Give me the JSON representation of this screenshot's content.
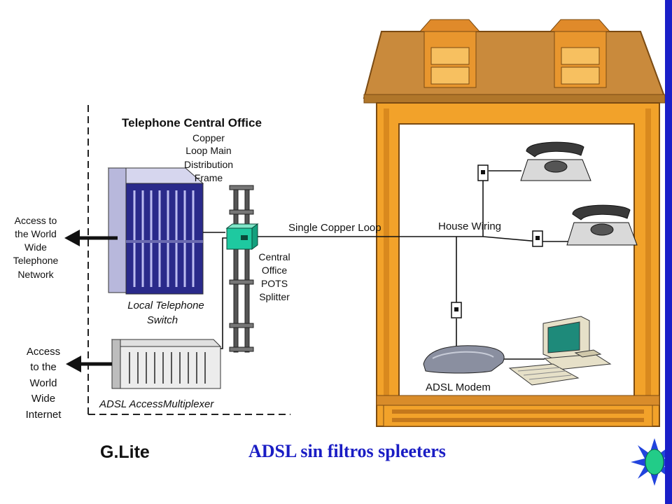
{
  "diagram": {
    "central_office_title": "Telephone Central Office",
    "mdf_label": [
      "Copper",
      "Loop Main",
      "Distribution",
      "Frame"
    ],
    "telephone_access_label": [
      "Access to",
      "the World",
      "Wide",
      "Telephone",
      "Network"
    ],
    "internet_access_label": [
      "Access",
      "to the",
      "World",
      "Wide",
      "Internet"
    ],
    "switch_label": [
      "Local Telephone",
      "Switch"
    ],
    "splitter_label": [
      "Central",
      "Office",
      "POTS",
      "Splitter"
    ],
    "dslam_label": "ADSL AccessMultiplexer",
    "loop_label": "Single Copper Loop",
    "house_wiring_label": "House Wiring",
    "modem_label": "ADSL Modem",
    "glite_label": "G.Lite",
    "caption": "ADSL sin filtros spleeters"
  },
  "colors": {
    "roof": "#c98a3c",
    "house_wall": "#f2a22a",
    "splitter": "#1ec9a0",
    "caption": "#1a1dc4",
    "accent_bar": "#1a1fc8",
    "star": "#22cc88"
  },
  "icons": [
    "telephone-icon",
    "wall-jack-icon",
    "modem-icon",
    "computer-icon",
    "star-icon"
  ]
}
